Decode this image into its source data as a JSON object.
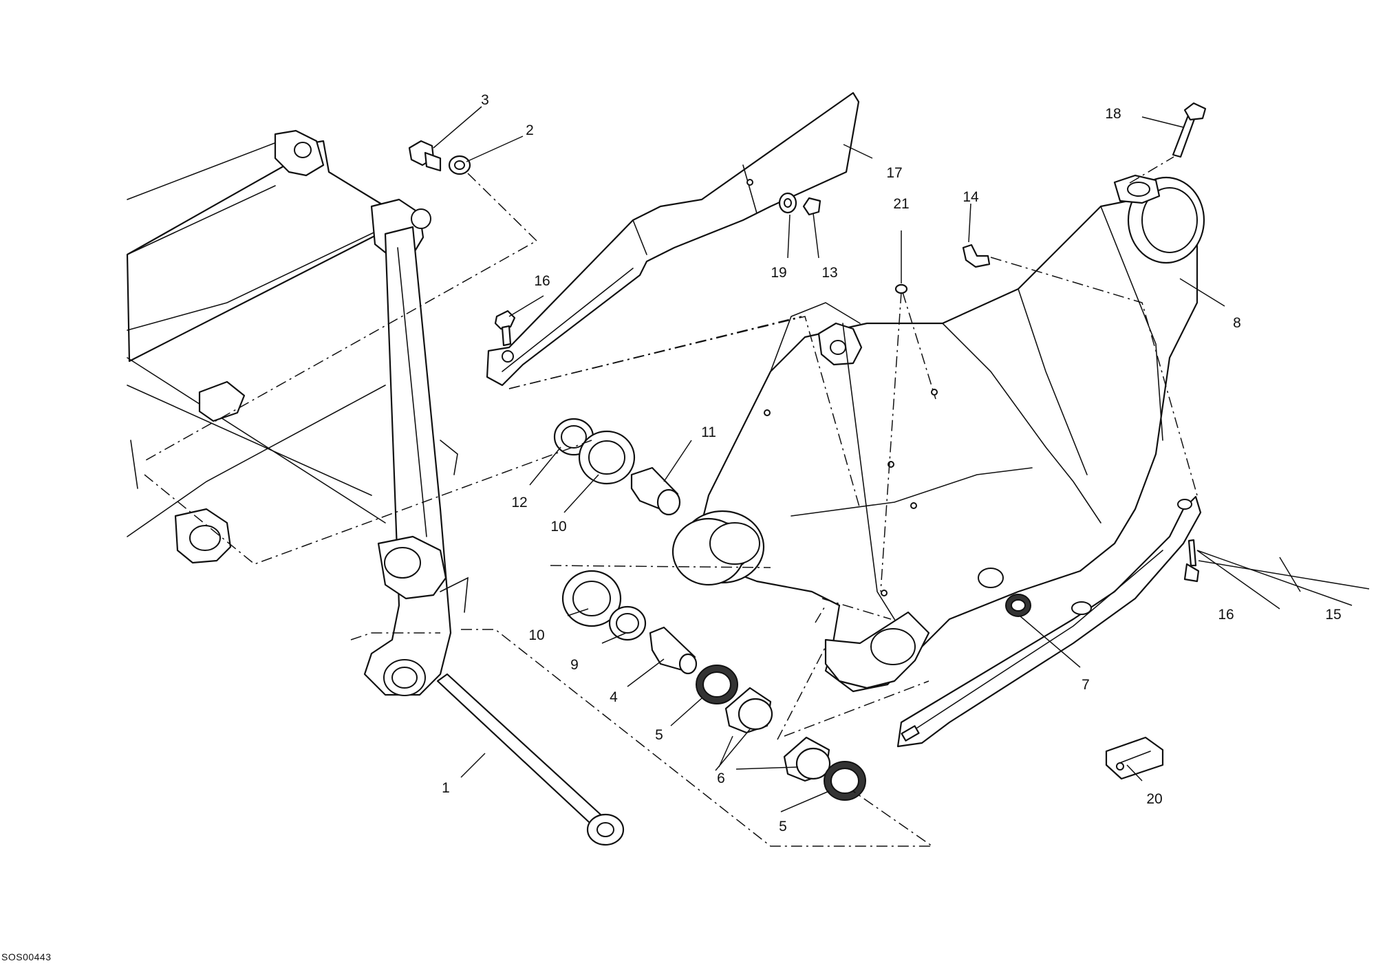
{
  "drawing_code": "SOS00443",
  "callouts": [
    {
      "id": "c1",
      "label": "1"
    },
    {
      "id": "c2",
      "label": "2"
    },
    {
      "id": "c3",
      "label": "3"
    },
    {
      "id": "c4",
      "label": "4"
    },
    {
      "id": "c5a",
      "label": "5"
    },
    {
      "id": "c5b",
      "label": "5"
    },
    {
      "id": "c6",
      "label": "6"
    },
    {
      "id": "c7",
      "label": "7"
    },
    {
      "id": "c8",
      "label": "8"
    },
    {
      "id": "c9",
      "label": "9"
    },
    {
      "id": "c10a",
      "label": "10"
    },
    {
      "id": "c10b",
      "label": "10"
    },
    {
      "id": "c11",
      "label": "11"
    },
    {
      "id": "c12",
      "label": "12"
    },
    {
      "id": "c13",
      "label": "13"
    },
    {
      "id": "c14",
      "label": "14"
    },
    {
      "id": "c15",
      "label": "15"
    },
    {
      "id": "c16a",
      "label": "16"
    },
    {
      "id": "c16b",
      "label": "16"
    },
    {
      "id": "c17",
      "label": "17"
    },
    {
      "id": "c18",
      "label": "18"
    },
    {
      "id": "c19",
      "label": "19"
    },
    {
      "id": "c20",
      "label": "20"
    },
    {
      "id": "c21",
      "label": "21"
    }
  ]
}
